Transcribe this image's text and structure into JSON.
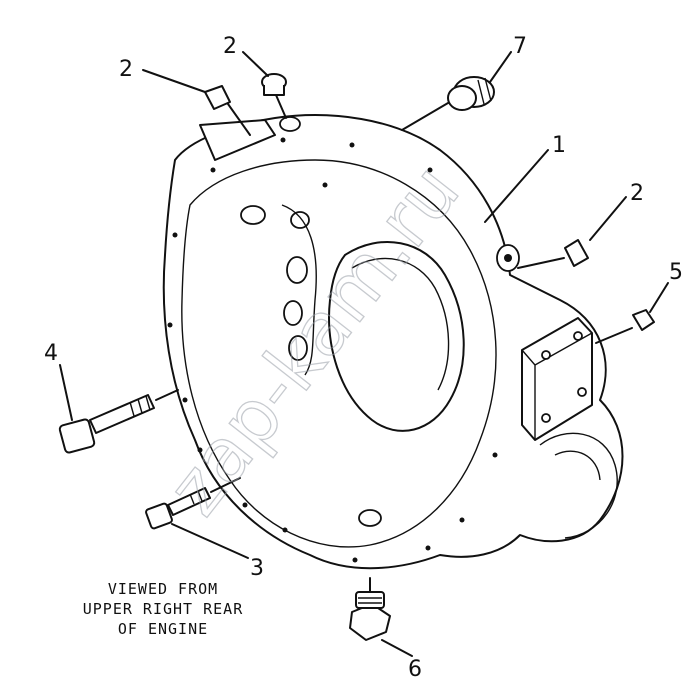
{
  "callouts": {
    "c1": "1",
    "c2a": "2",
    "c2b": "2",
    "c2c": "2",
    "c3": "3",
    "c4": "4",
    "c5": "5",
    "c6": "6",
    "c7": "7"
  },
  "note": {
    "line1": "VIEWED FROM",
    "line2": "UPPER RIGHT REAR",
    "line3": "OF ENGINE"
  },
  "watermark": "zap-kam.ru"
}
